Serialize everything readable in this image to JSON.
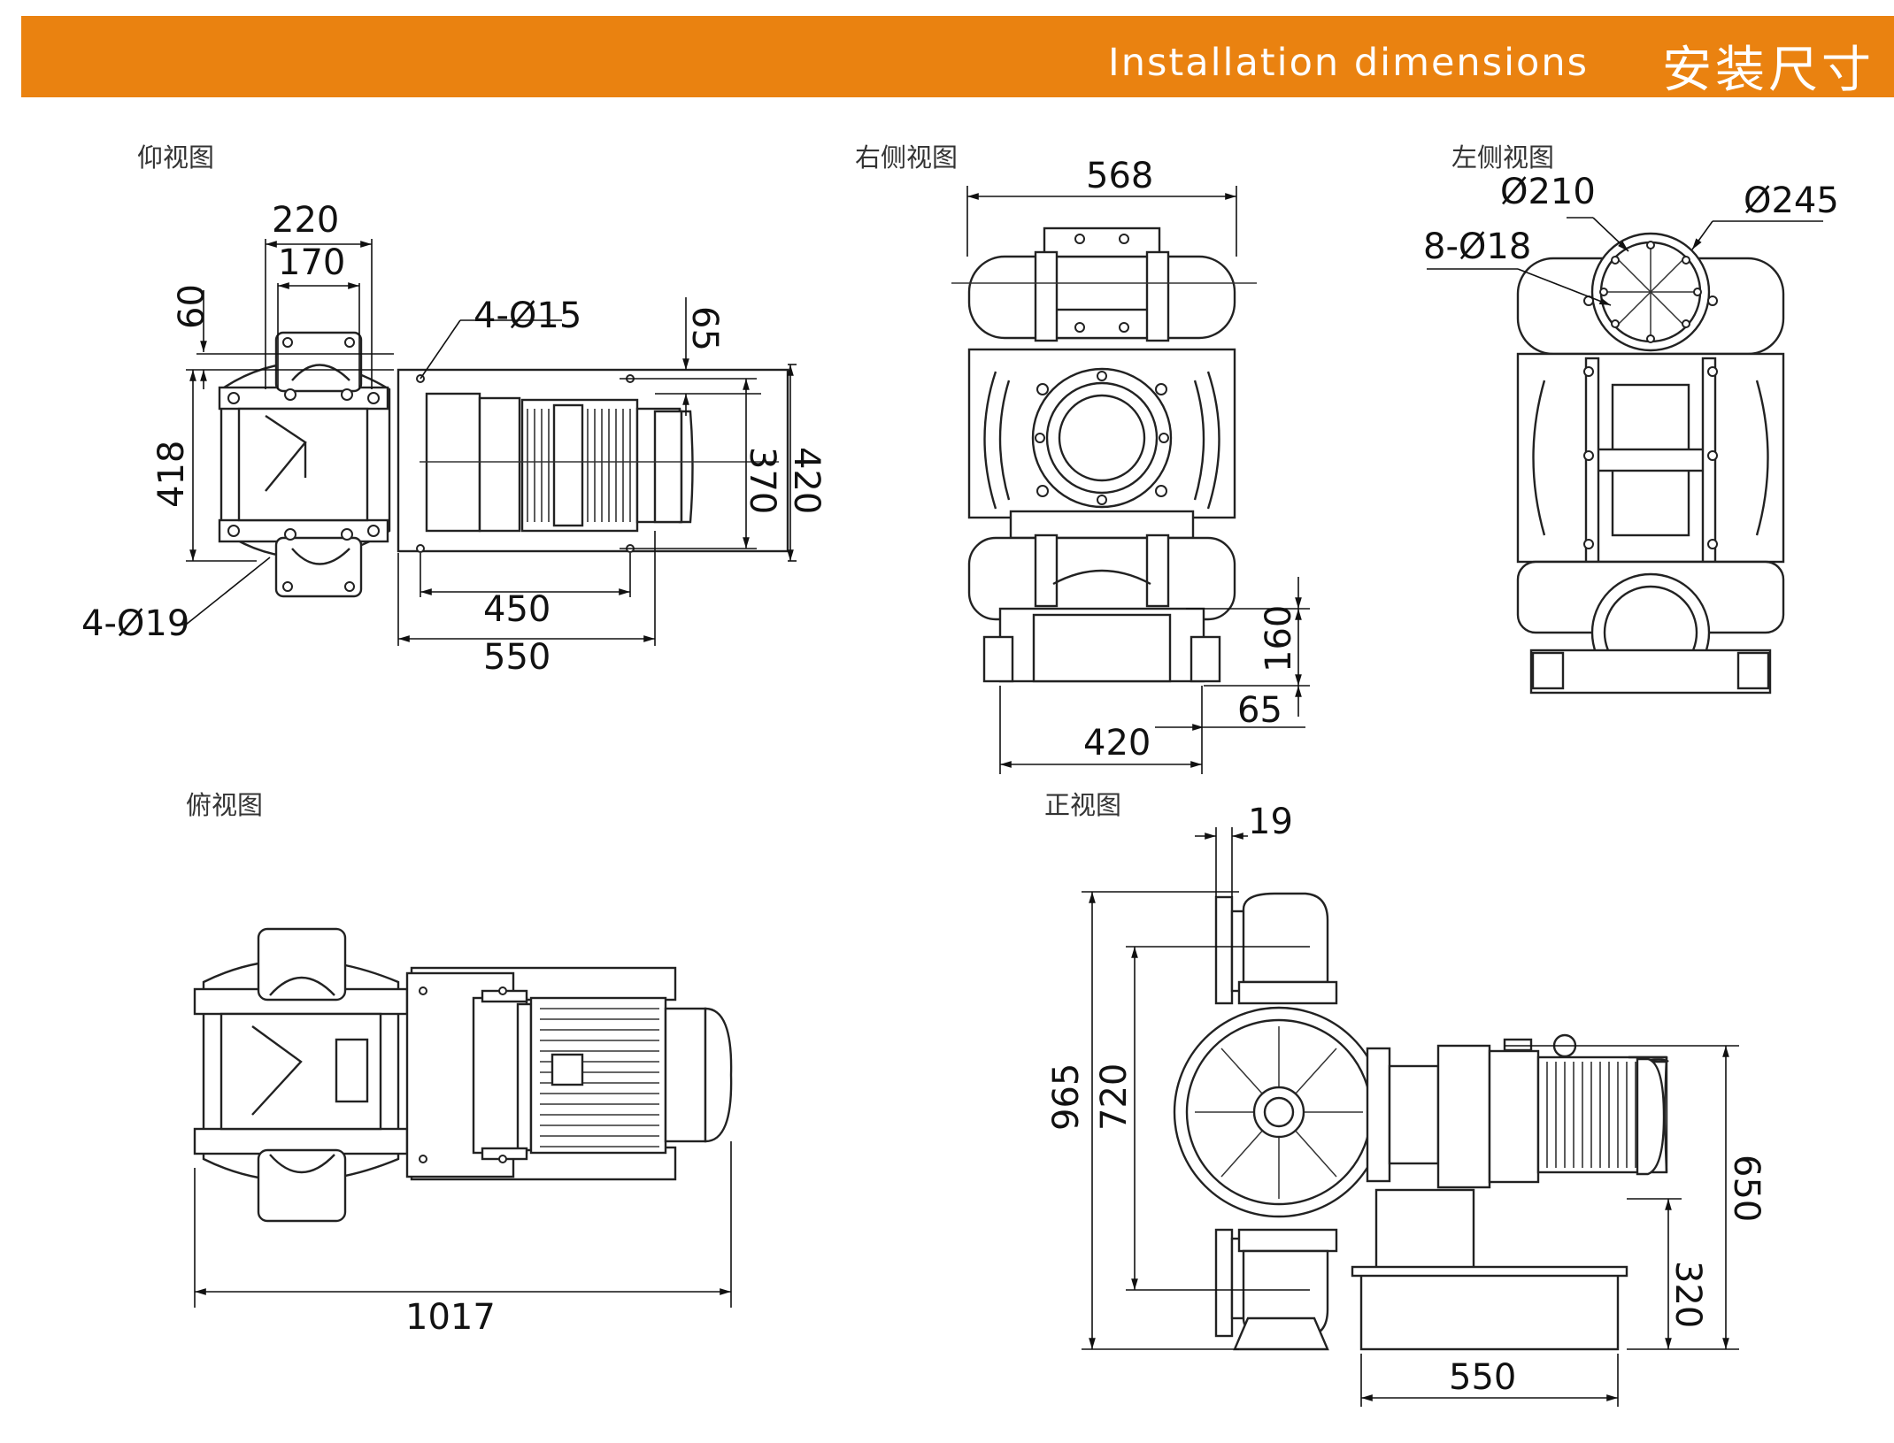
{
  "header": {
    "title_en": "Installation dimensions",
    "title_zh": "安装尺寸",
    "color": "#ea8210"
  },
  "views": {
    "bottom": {
      "title": "仰视图",
      "dims": {
        "d220": "220",
        "d170": "170",
        "d60": "60",
        "d4phi15": "4-Ø15",
        "d65": "65",
        "d418": "418",
        "d370": "370",
        "d420": "420",
        "d4phi19": "4-Ø19",
        "d450": "450",
        "d550": "550"
      }
    },
    "right_side": {
      "title": "右侧视图",
      "dims": {
        "d568": "568",
        "d160": "160",
        "d65": "65",
        "d420": "420"
      }
    },
    "left_side": {
      "title": "左侧视图",
      "dims": {
        "phi210": "Ø210",
        "phi245": "Ø245",
        "d8phi18": "8-Ø18"
      }
    },
    "top": {
      "title": "俯视图",
      "dims": {
        "d1017": "1017"
      }
    },
    "front": {
      "title": "正视图",
      "dims": {
        "d19": "19",
        "d965": "965",
        "d720": "720",
        "d650": "650",
        "d320": "320",
        "d550": "550"
      }
    }
  }
}
